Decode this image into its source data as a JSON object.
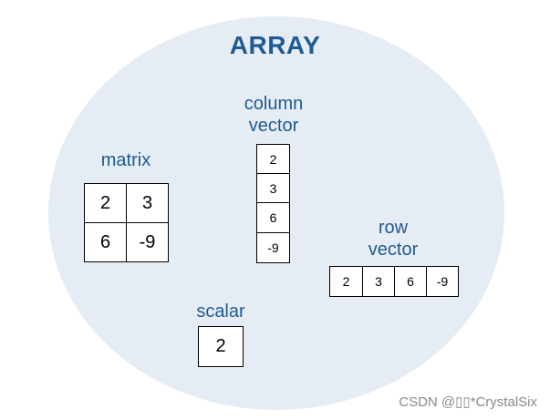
{
  "title": "ARRAY",
  "matrix": {
    "label": "matrix",
    "values": [
      "2",
      "3",
      "6",
      "-9"
    ]
  },
  "column_vector": {
    "label_line1": "column",
    "label_line2": "vector",
    "values": [
      "2",
      "3",
      "6",
      "-9"
    ]
  },
  "row_vector": {
    "label_line1": "row",
    "label_line2": "vector",
    "values": [
      "2",
      "3",
      "6",
      "-9"
    ]
  },
  "scalar": {
    "label": "scalar",
    "value": "2"
  },
  "watermark": "CSDN @▯▯*CrystalSix",
  "colors": {
    "accent": "#1f5b93",
    "background": "#e6ecf4"
  }
}
